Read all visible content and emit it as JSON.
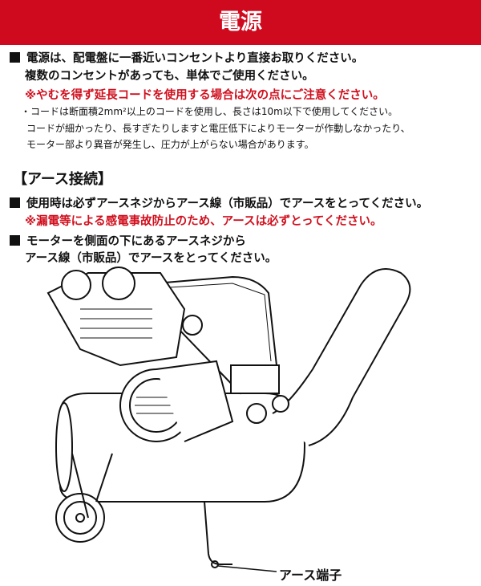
{
  "header": {
    "title": "電源"
  },
  "power": {
    "line1": "電源は、配電盤に一番近いコンセントより直接お取りください。",
    "line2": "複数のコンセントがあっても、単体でご使用ください。",
    "warning": "※やむを得ず延長コードを使用する場合は次の点にご注意ください。",
    "note1": "・コードは断面積2mm²以上のコードを使用し、長さは10m以下で使用してください。",
    "note2": "コードが細かったり、長すぎたりしますと電圧低下によりモーターが作動しなかったり、",
    "note3": "モーター部より異音が発生し、圧力が上がらない場合があります。"
  },
  "earth": {
    "heading": "【アース接続】",
    "item1": "使用時は必ずアースネジからアース線（市販品）でアースをとってください。",
    "warning": "※漏電等による感電事故防止のため、アースは必ずとってください。",
    "item2_line1": "モーターを側面の下にあるアースネジから",
    "item2_line2": "アース線（市販品）でアースをとってください。"
  },
  "illustration": {
    "callout": "アース端子"
  }
}
